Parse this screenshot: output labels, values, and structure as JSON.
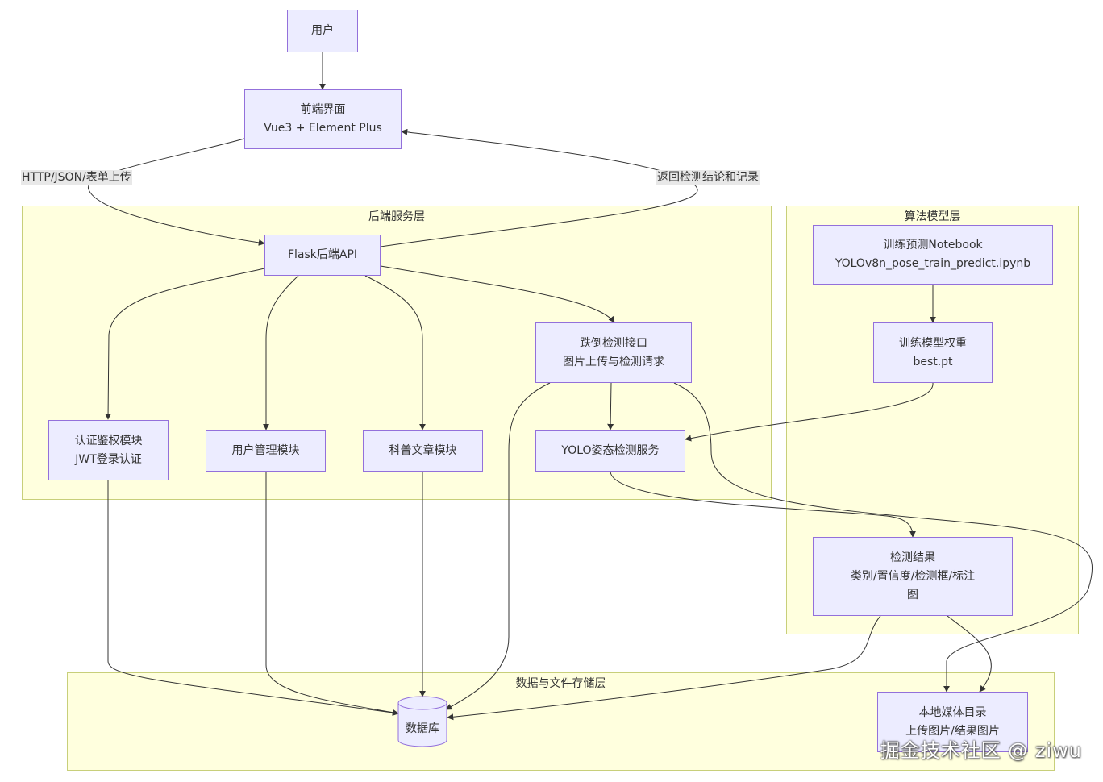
{
  "groups": {
    "backend": "后端服务层",
    "algorithm": "算法模型层",
    "storage": "数据与文件存储层"
  },
  "nodes": {
    "user": [
      "用户"
    ],
    "frontend": [
      "前端界面",
      "Vue3 + Element Plus"
    ],
    "flask": [
      "Flask后端API"
    ],
    "auth": [
      "认证鉴权模块",
      "JWT登录认证"
    ],
    "usermgmt": [
      "用户管理模块"
    ],
    "article": [
      "科普文章模块"
    ],
    "fallapi": [
      "跌倒检测接口",
      "图片上传与检测请求"
    ],
    "yolo": [
      "YOLO姿态检测服务"
    ],
    "notebook": [
      "训练预测Notebook",
      "YOLOv8n_pose_train_predict.ipynb"
    ],
    "weights": [
      "训练模型权重",
      "best.pt"
    ],
    "result": [
      "检测结果",
      "类别/置信度/检测框/标注",
      "图"
    ],
    "media": [
      "本地媒体目录",
      "上传图片/结果图片"
    ],
    "database": [
      "数据库"
    ]
  },
  "edge_labels": {
    "request": "HTTP/JSON/表单上传",
    "response": "返回检测结论和记录"
  },
  "watermark": "掘金技术社区 @ ziwu",
  "colors": {
    "node_fill": "#ececff",
    "node_border": "#9370db",
    "group_fill": "#ffffde",
    "edge": "#333333"
  }
}
